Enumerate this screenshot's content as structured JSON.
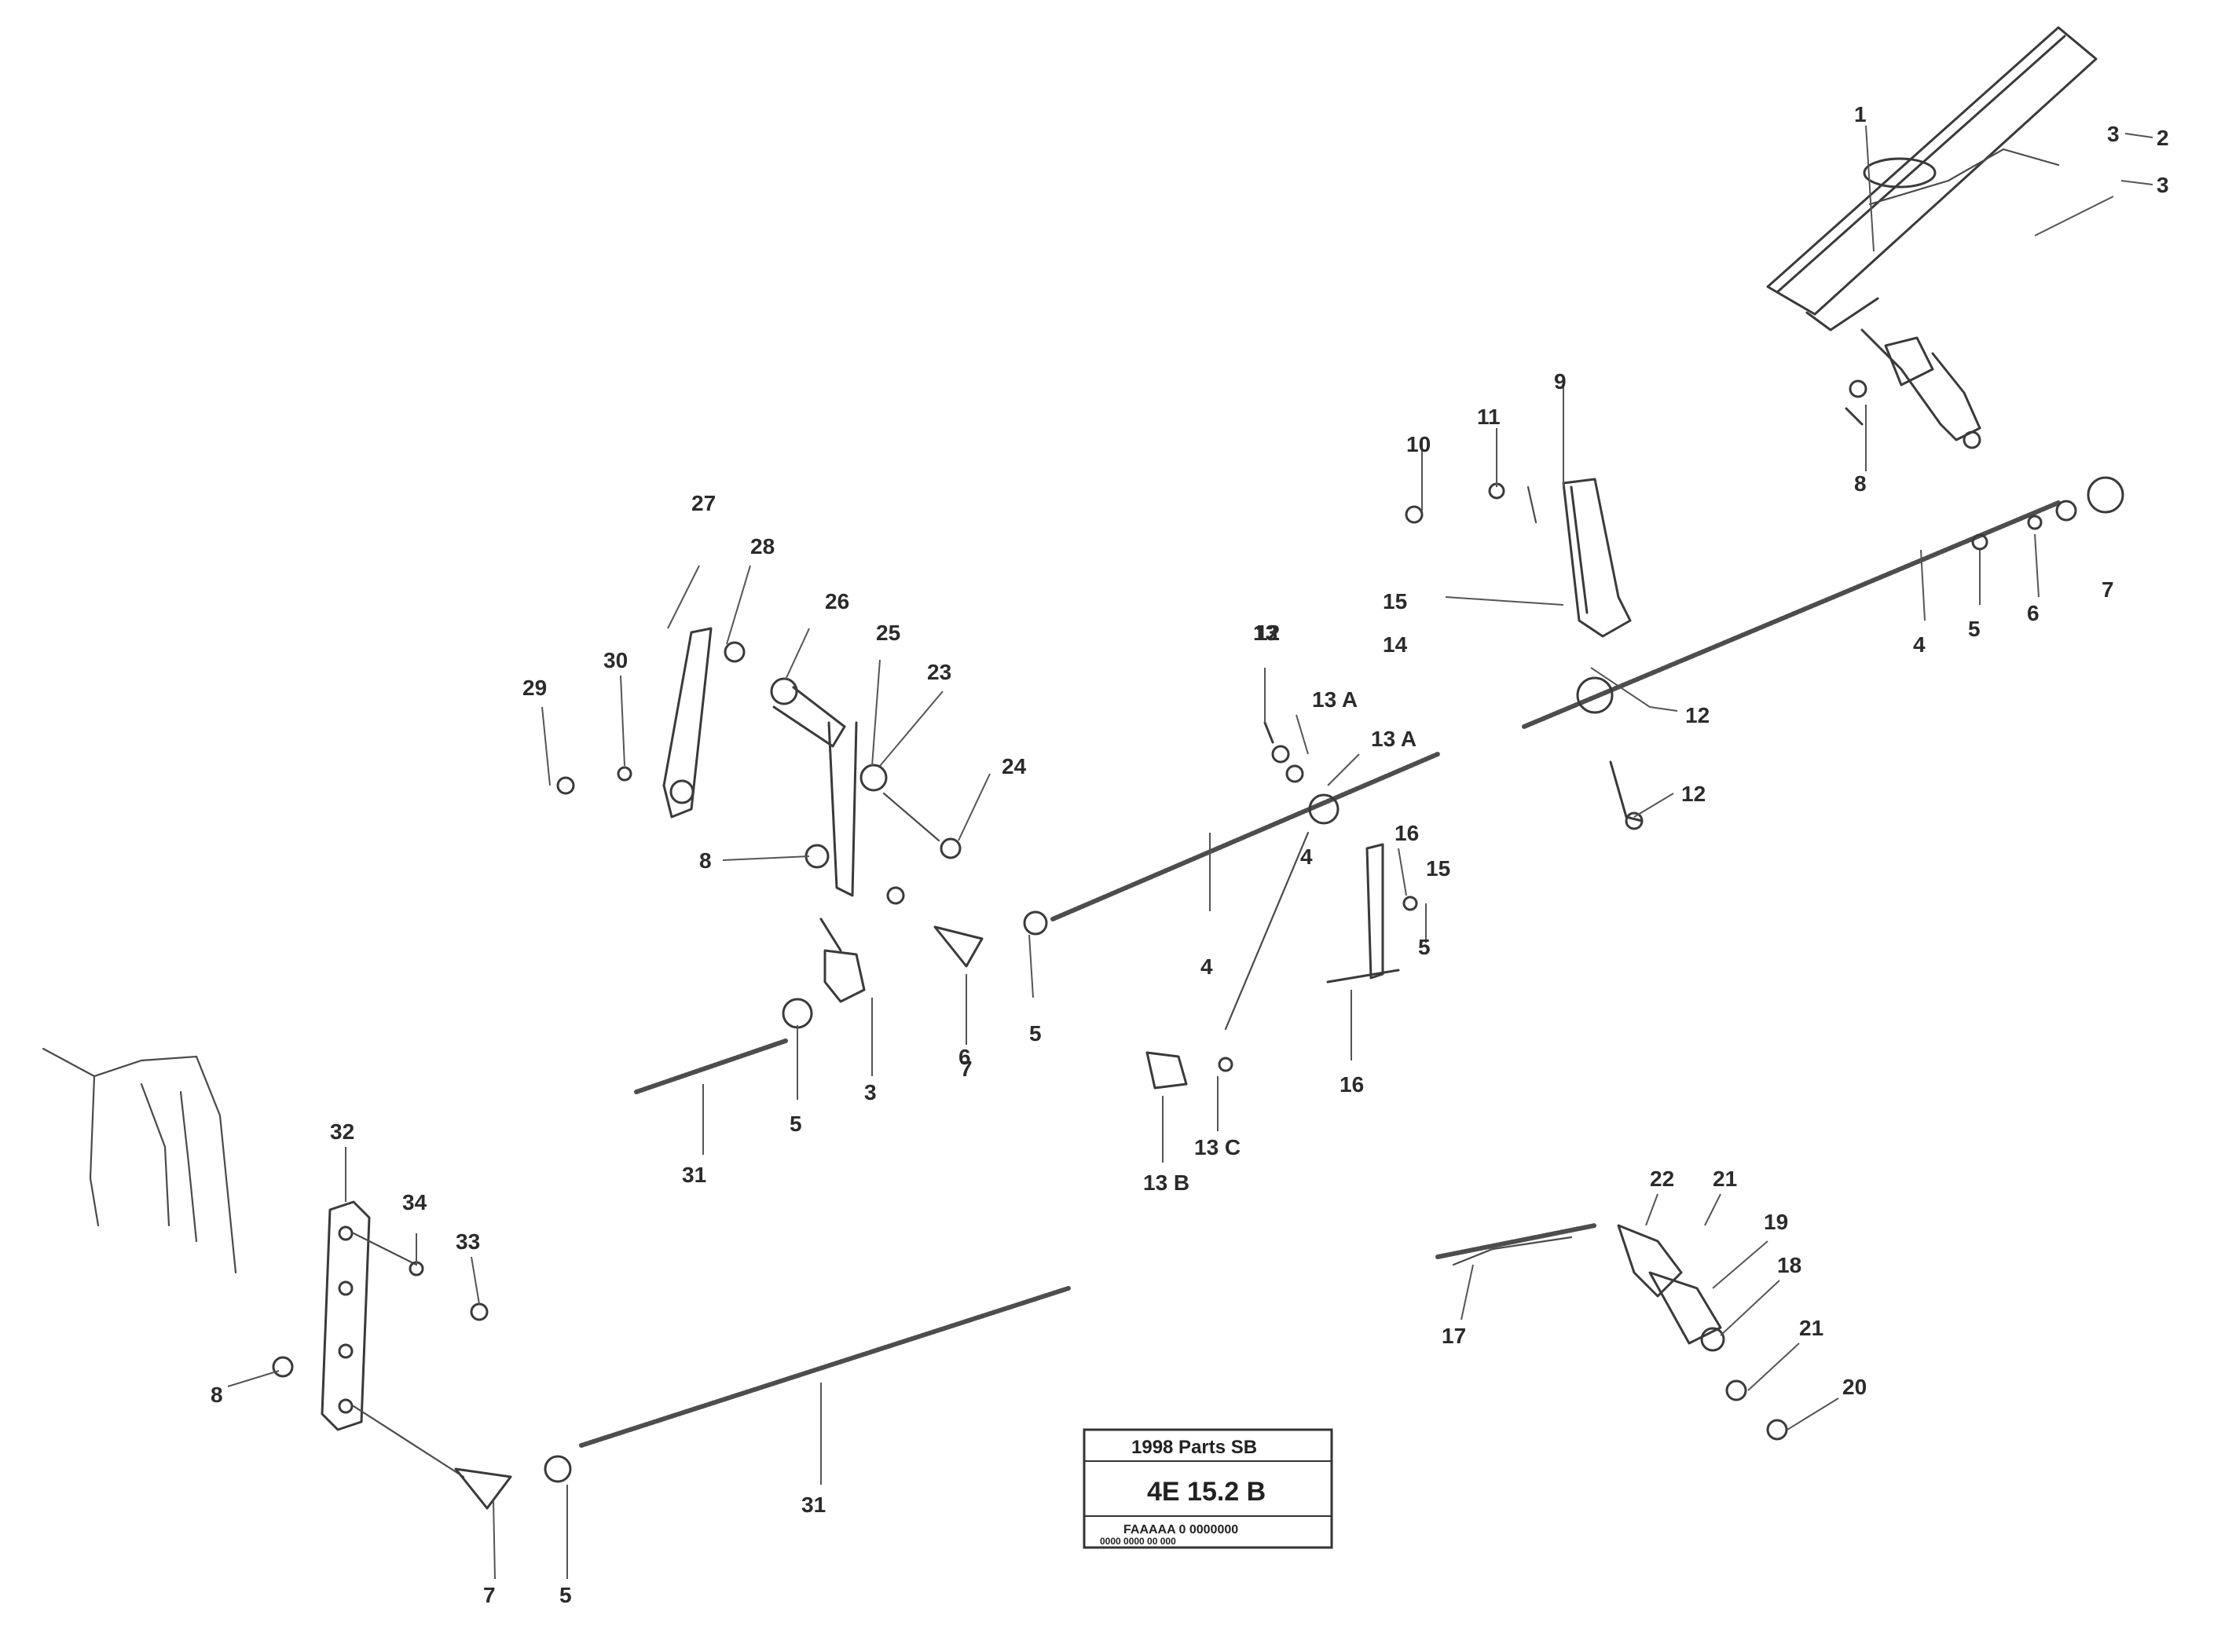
{
  "diagram": {
    "callouts": [
      "1",
      "2",
      "3",
      "3",
      "4",
      "5",
      "6",
      "7",
      "8",
      "9",
      "10",
      "11",
      "14",
      "15",
      "12",
      "13",
      "12",
      "12",
      "13 A",
      "13 A",
      "4",
      "4",
      "16",
      "15",
      "5",
      "16",
      "13 C",
      "13 B",
      "27",
      "28",
      "29",
      "30",
      "26",
      "25",
      "23",
      "24",
      "8",
      "6",
      "3",
      "31",
      "5",
      "7",
      "5",
      "32",
      "34",
      "33",
      "8",
      "7",
      "5",
      "31",
      "22",
      "21",
      "19",
      "17",
      "18",
      "21",
      "20"
    ],
    "stamp": {
      "line1": "1998 Parts SB",
      "line2": "4E 15.2 B",
      "line3": "FAAAAA 0 0000000",
      "line4": "0000 0000 00 000"
    }
  }
}
